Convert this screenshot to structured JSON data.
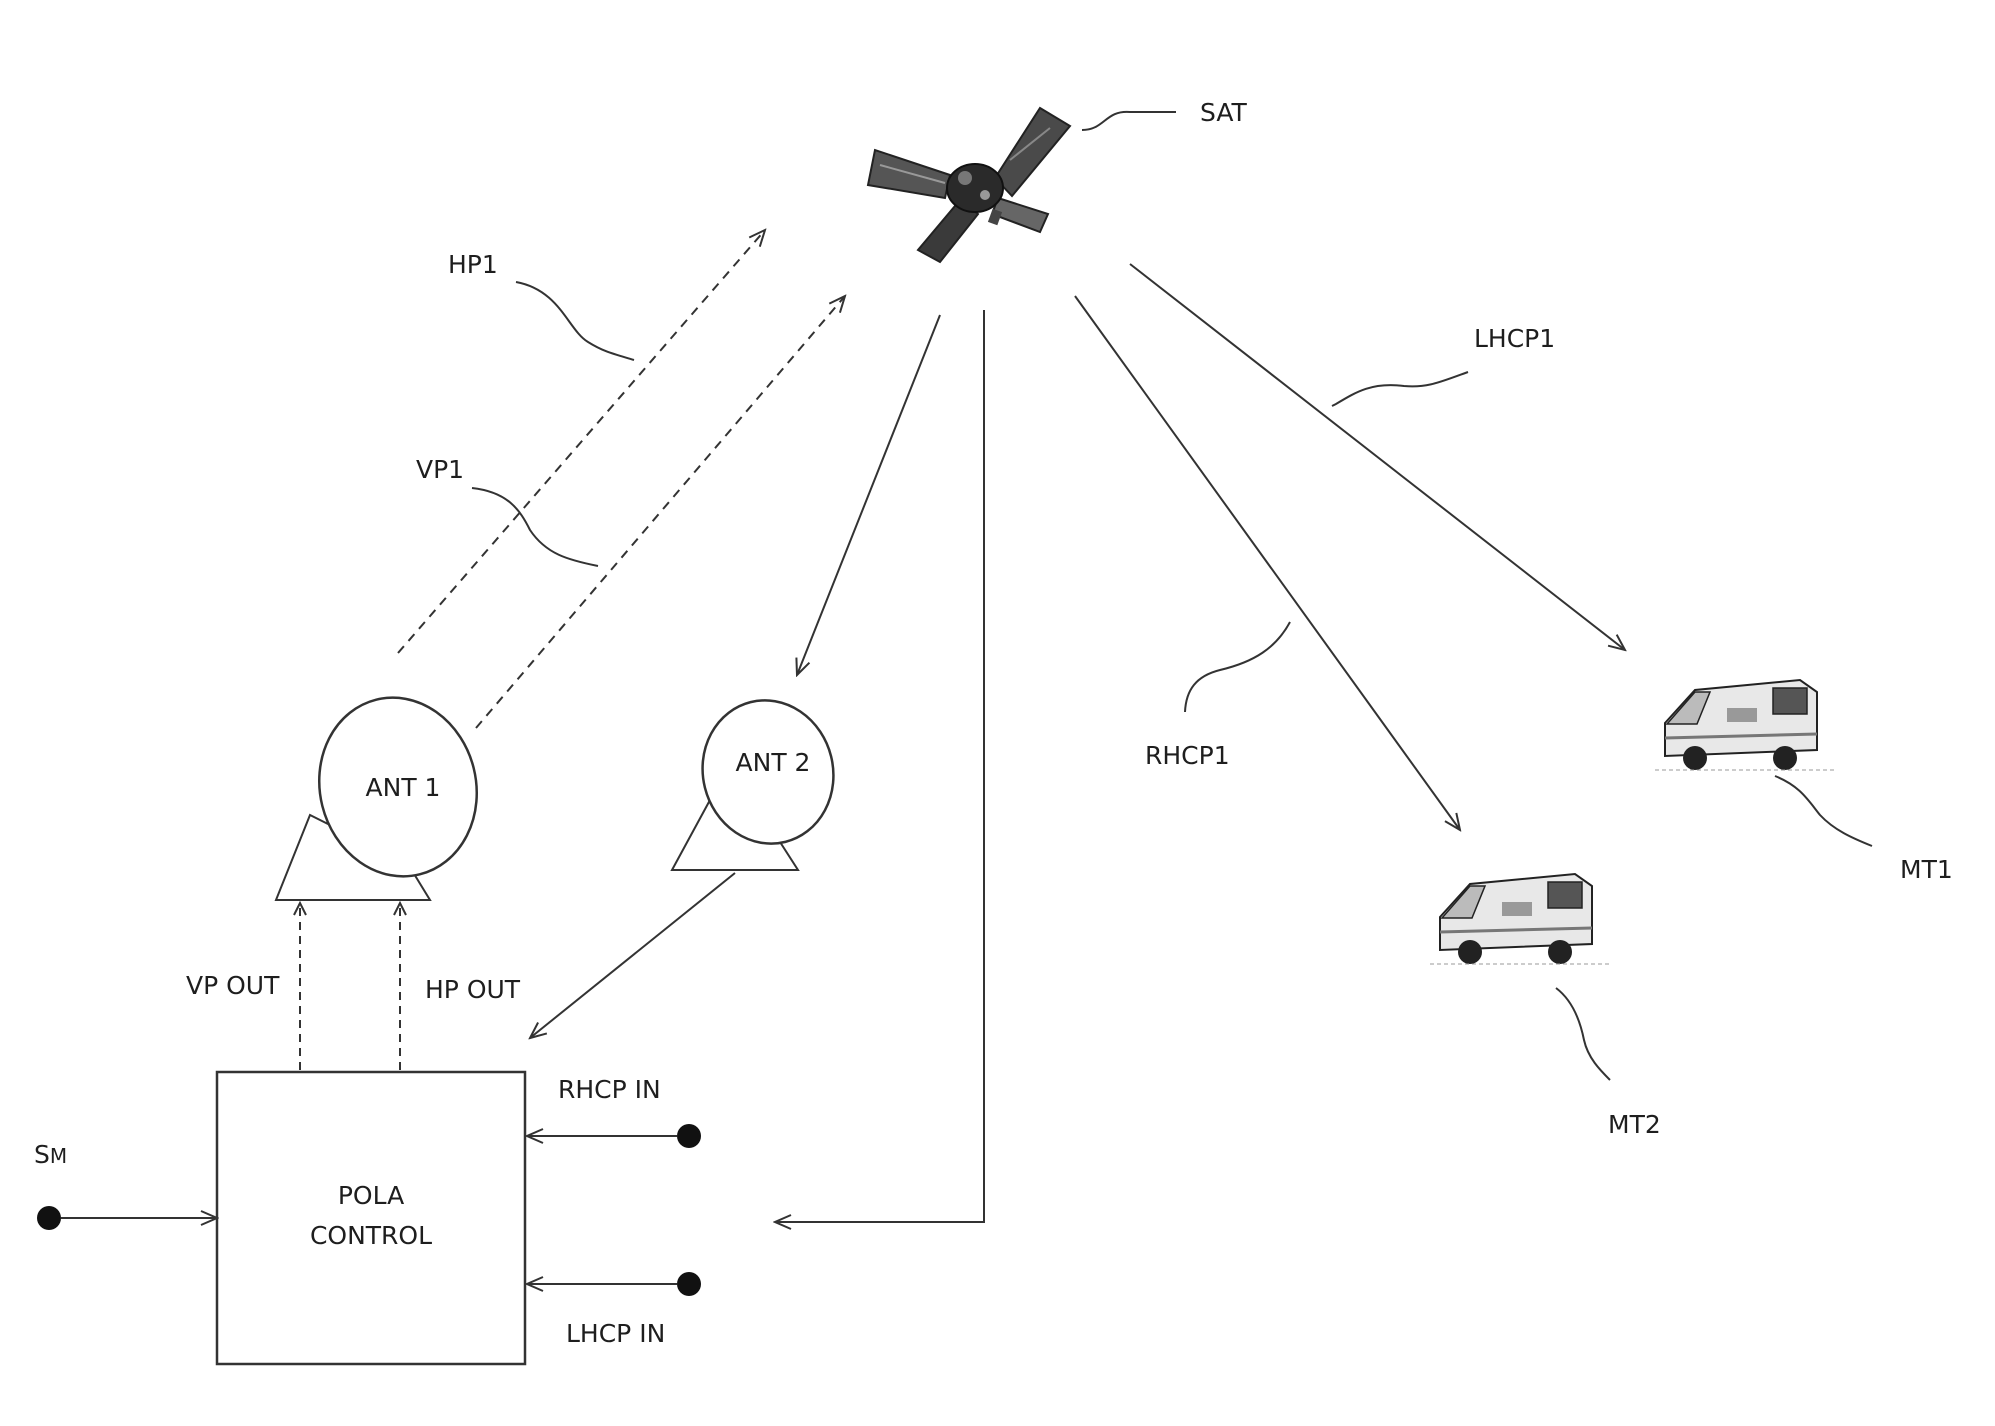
{
  "labels": {
    "sat": "SAT",
    "hp1": "HP1",
    "vp1": "VP1",
    "lhcp1": "LHCP1",
    "rhcp1": "RHCP1",
    "ant1": "ANT 1",
    "ant2": "ANT 2",
    "vp_out": "VP OUT",
    "hp_out": "HP OUT",
    "rhcp_in": "RHCP IN",
    "lhcp_in": "LHCP IN",
    "sm_main": "S",
    "sm_sub": "M",
    "pola_line1": "POLA",
    "pola_line2": "CONTROL",
    "mt1": "MT1",
    "mt2": "MT2"
  },
  "icons": {
    "satellite": "satellite-icon",
    "vehicle": "vehicle-icon",
    "antenna": "dish-antenna-icon"
  },
  "colors": {
    "line": "#333333",
    "text": "#1e1e1e",
    "background": "#ffffff"
  }
}
